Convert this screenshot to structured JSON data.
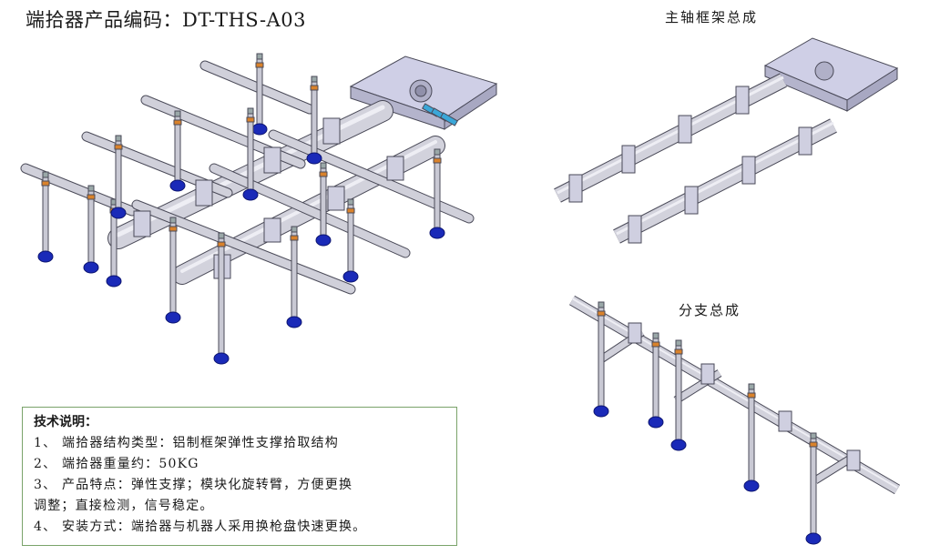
{
  "header": {
    "title": "端拾器产品编码：DT-THS-A03"
  },
  "captions": {
    "main_frame": "主轴框架总成",
    "branch": "分支总成"
  },
  "spec": {
    "title": "技术说明：",
    "items": [
      "1、 端拾器结构类型：铝制框架弹性支撑拾取结构",
      "2、 端拾器重量约：50KG",
      "3、 产品特点：弹性支撑；模块化旋转臂，方便更换",
      "调整；直接检测，信号稳定。",
      "4、 安装方式：端拾器与机器人采用换枪盘快速更换。"
    ]
  },
  "colors": {
    "tube": "#c9c9d4",
    "tube_edge": "#4a4a58",
    "plate": "#cfcfe6",
    "cup": "#1a2ab8",
    "ring": "#d9822b",
    "valve": "#3aa7d8",
    "box_border": "#7aa36a"
  }
}
